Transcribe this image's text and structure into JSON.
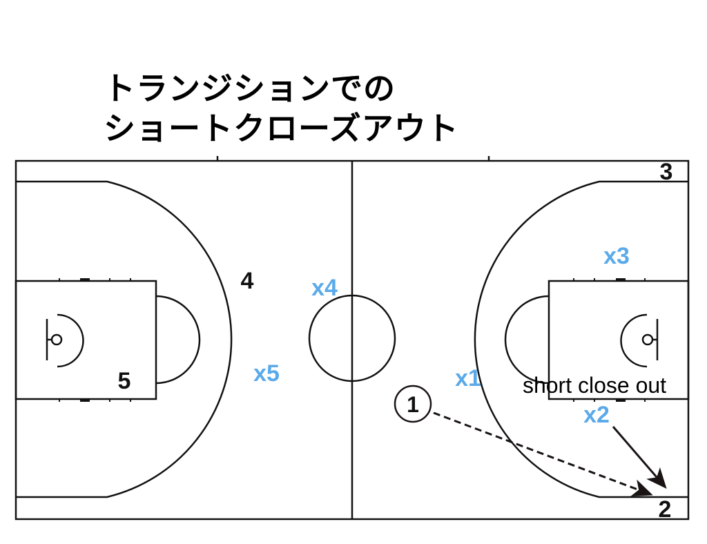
{
  "title": {
    "line1": "トランジションでの",
    "line2": "ショートクローズアウト"
  },
  "colors": {
    "defense": "#5aaaea",
    "offense": "#111111"
  },
  "offense": {
    "p1": "1",
    "p2": "2",
    "p3": "3",
    "p4": "4",
    "p5": "5"
  },
  "defense": {
    "x1": "x1",
    "x2": "x2",
    "x3": "x3",
    "x4": "x4",
    "x5": "x5"
  },
  "annotation": "short close out"
}
